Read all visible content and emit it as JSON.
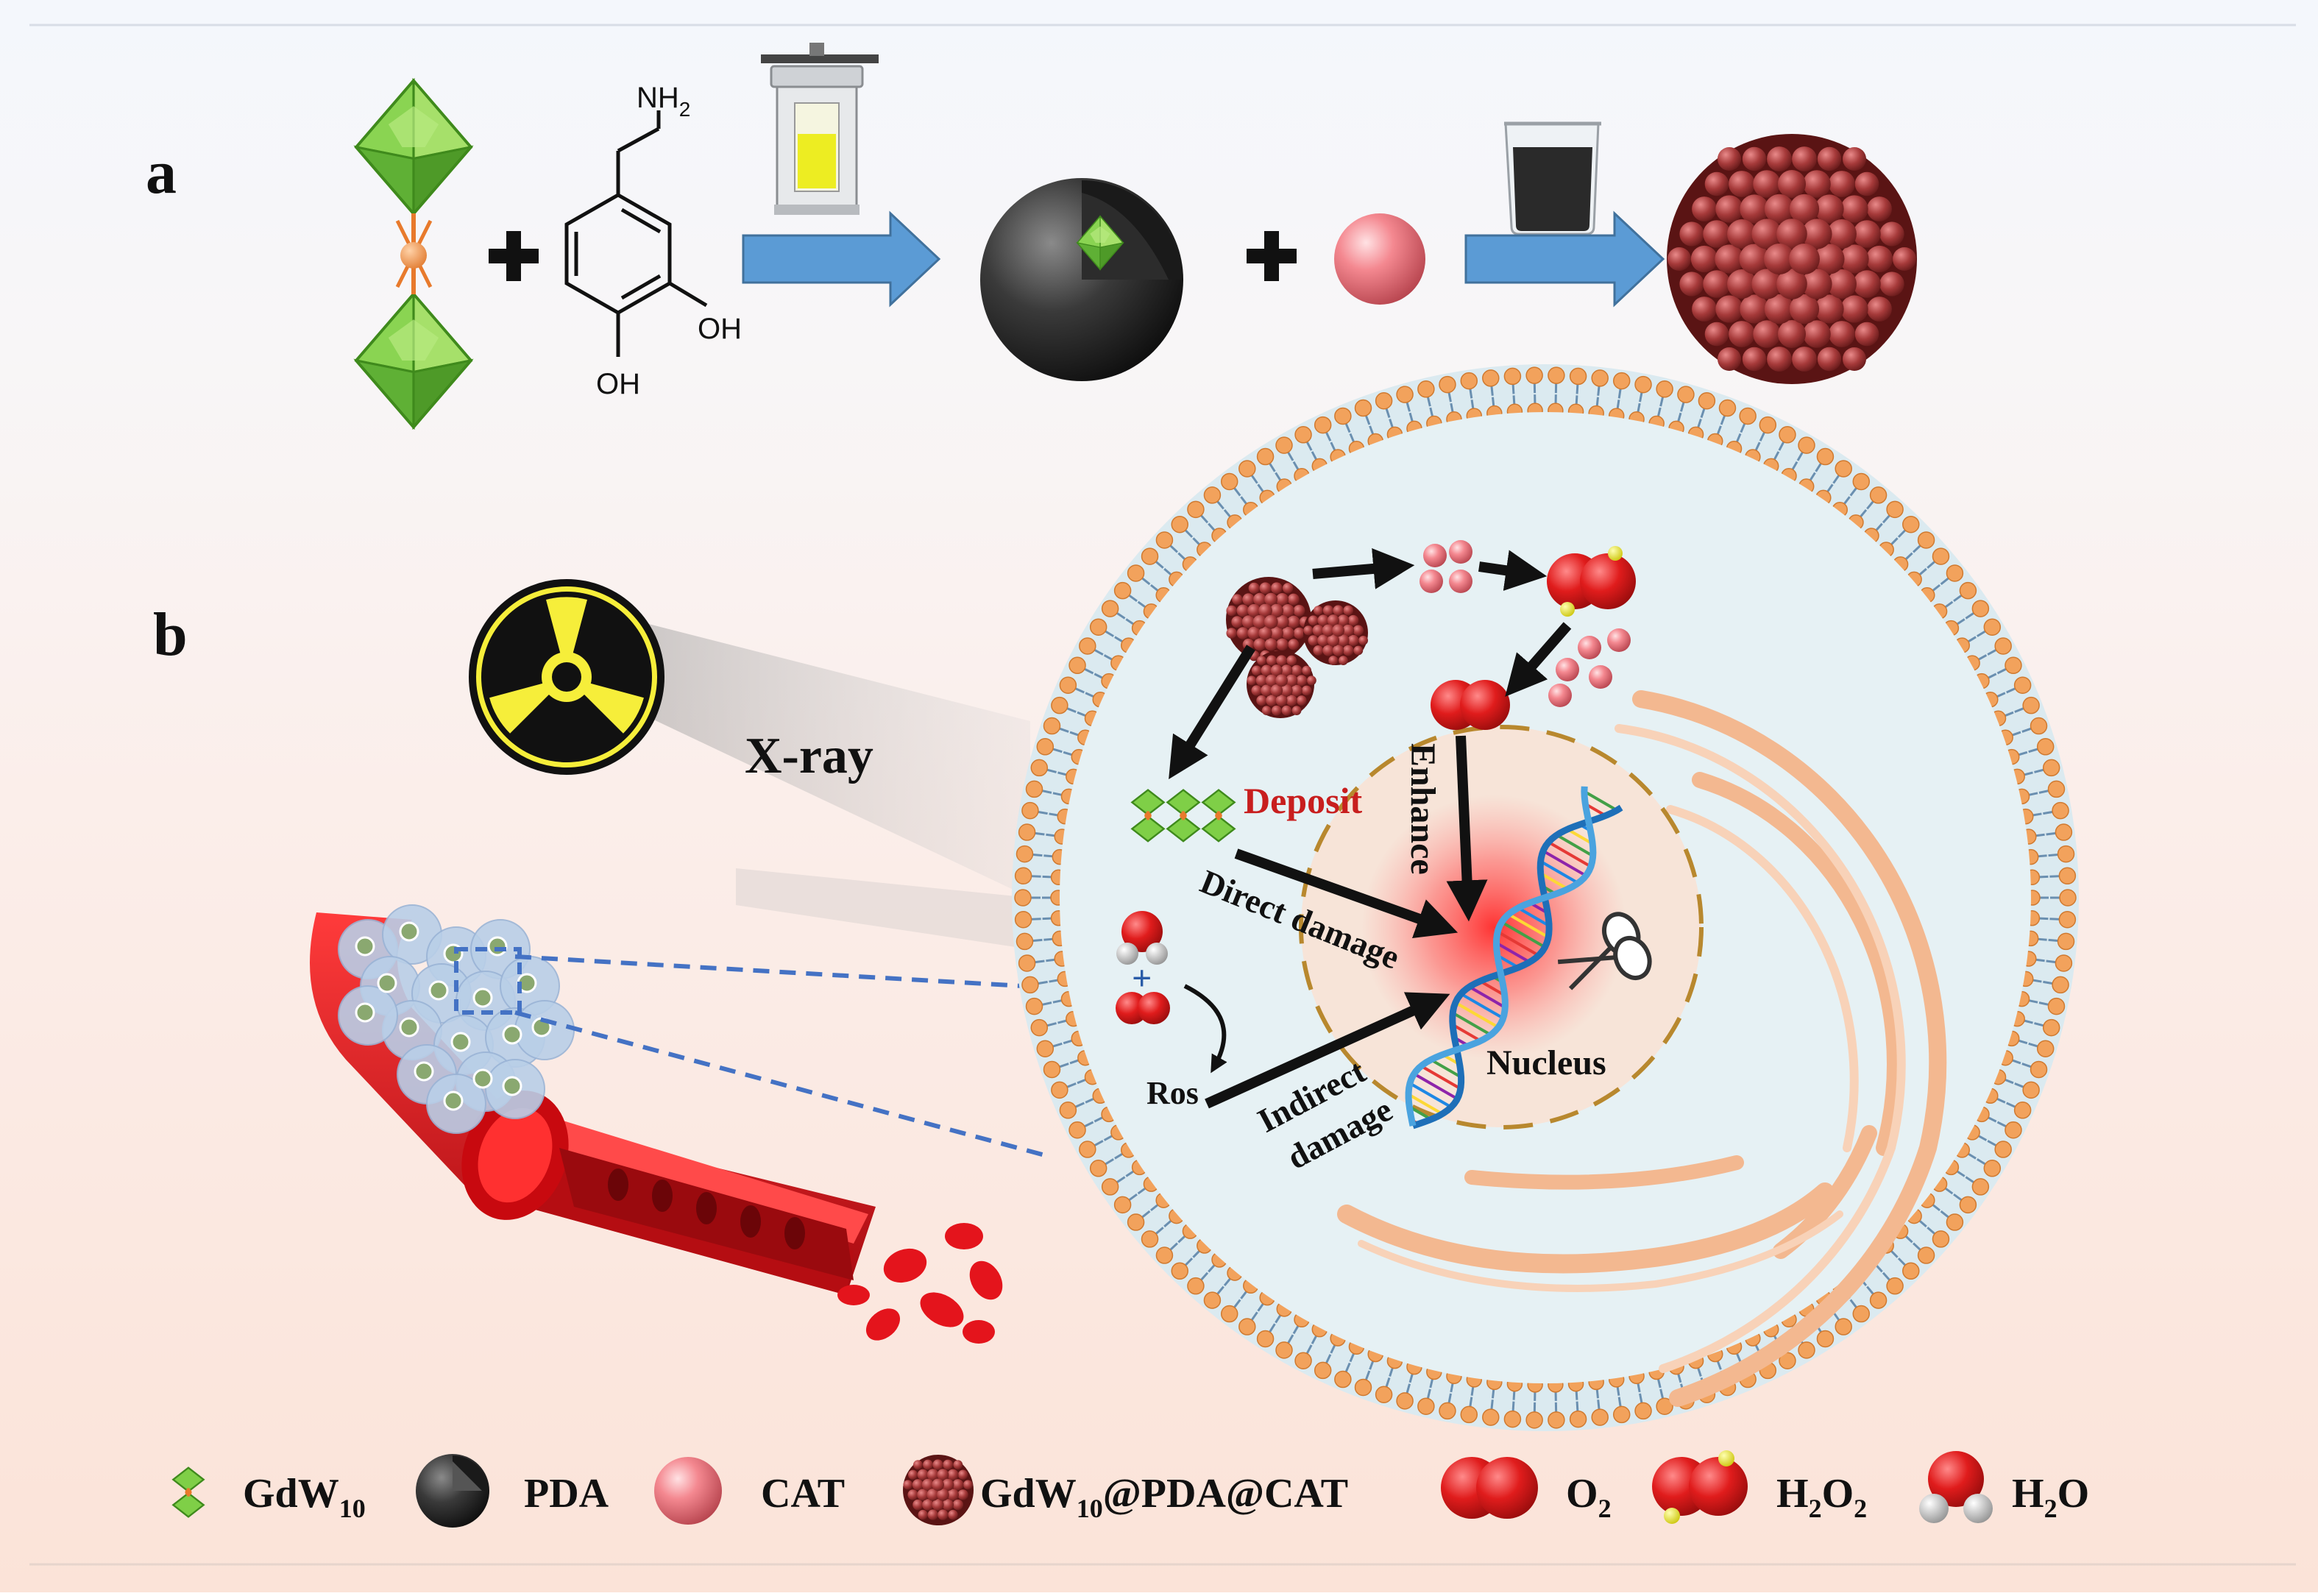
{
  "panels": {
    "a": "a",
    "b": "b"
  },
  "synthesis": {
    "dopamine_groups": {
      "amine": "NH",
      "amine_sub": "2",
      "oh_right": "OH",
      "oh_bottom": "OH"
    }
  },
  "scene": {
    "xray_label": "X-ray",
    "deposit_label": "Deposit",
    "enhance_label": "Enhance",
    "direct_damage_label": "Direct damage",
    "indirect_damage_line1": "Indirect",
    "indirect_damage_line2": "damage",
    "nucleus_label": "Nucleus",
    "ros_label": "Ros",
    "plus_sign": "+"
  },
  "legend": {
    "gdw10": {
      "main": "GdW",
      "sub": "10"
    },
    "pda": "PDA",
    "cat": "CAT",
    "composite": {
      "part1": "GdW",
      "sub": "10",
      "part2": "@PDA@CAT"
    },
    "o2": {
      "main": "O",
      "sub": "2"
    },
    "h2o2": {
      "main1": "H",
      "sub1": "2",
      "main2": "O",
      "sub2": "2"
    },
    "h2o": {
      "main1": "H",
      "sub1": "2",
      "main2": "O"
    }
  },
  "icons": {
    "gdw10": "gdw10-cluster-icon",
    "pda": "pda-sphere-icon",
    "cat": "cat-sphere-icon",
    "composite": "nanoparticle-icon",
    "o2": "oxygen-molecule-icon",
    "h2o2": "hydrogen-peroxide-icon",
    "h2o": "water-molecule-icon",
    "radiation": "radiation-icon",
    "scissors": "scissors-icon",
    "autoclave": "autoclave-icon",
    "beaker": "beaker-icon"
  },
  "colors": {
    "gdw10_green": "#6cc23a",
    "linker_orange": "#e87a2c",
    "arrow_blue": "#5b9bd5",
    "nanoparticle_red": "#a83a3a",
    "cat_pink": "#ef7f86",
    "oxygen_red": "#e01c1c",
    "deposit_red": "#c81e1e",
    "membrane_orange": "#f2a25c",
    "cytoplasm": "#e6f1f4",
    "nucleus_border": "#b8862b",
    "er_peach": "#f6c4a5",
    "vessel_red": "#e4141c"
  }
}
